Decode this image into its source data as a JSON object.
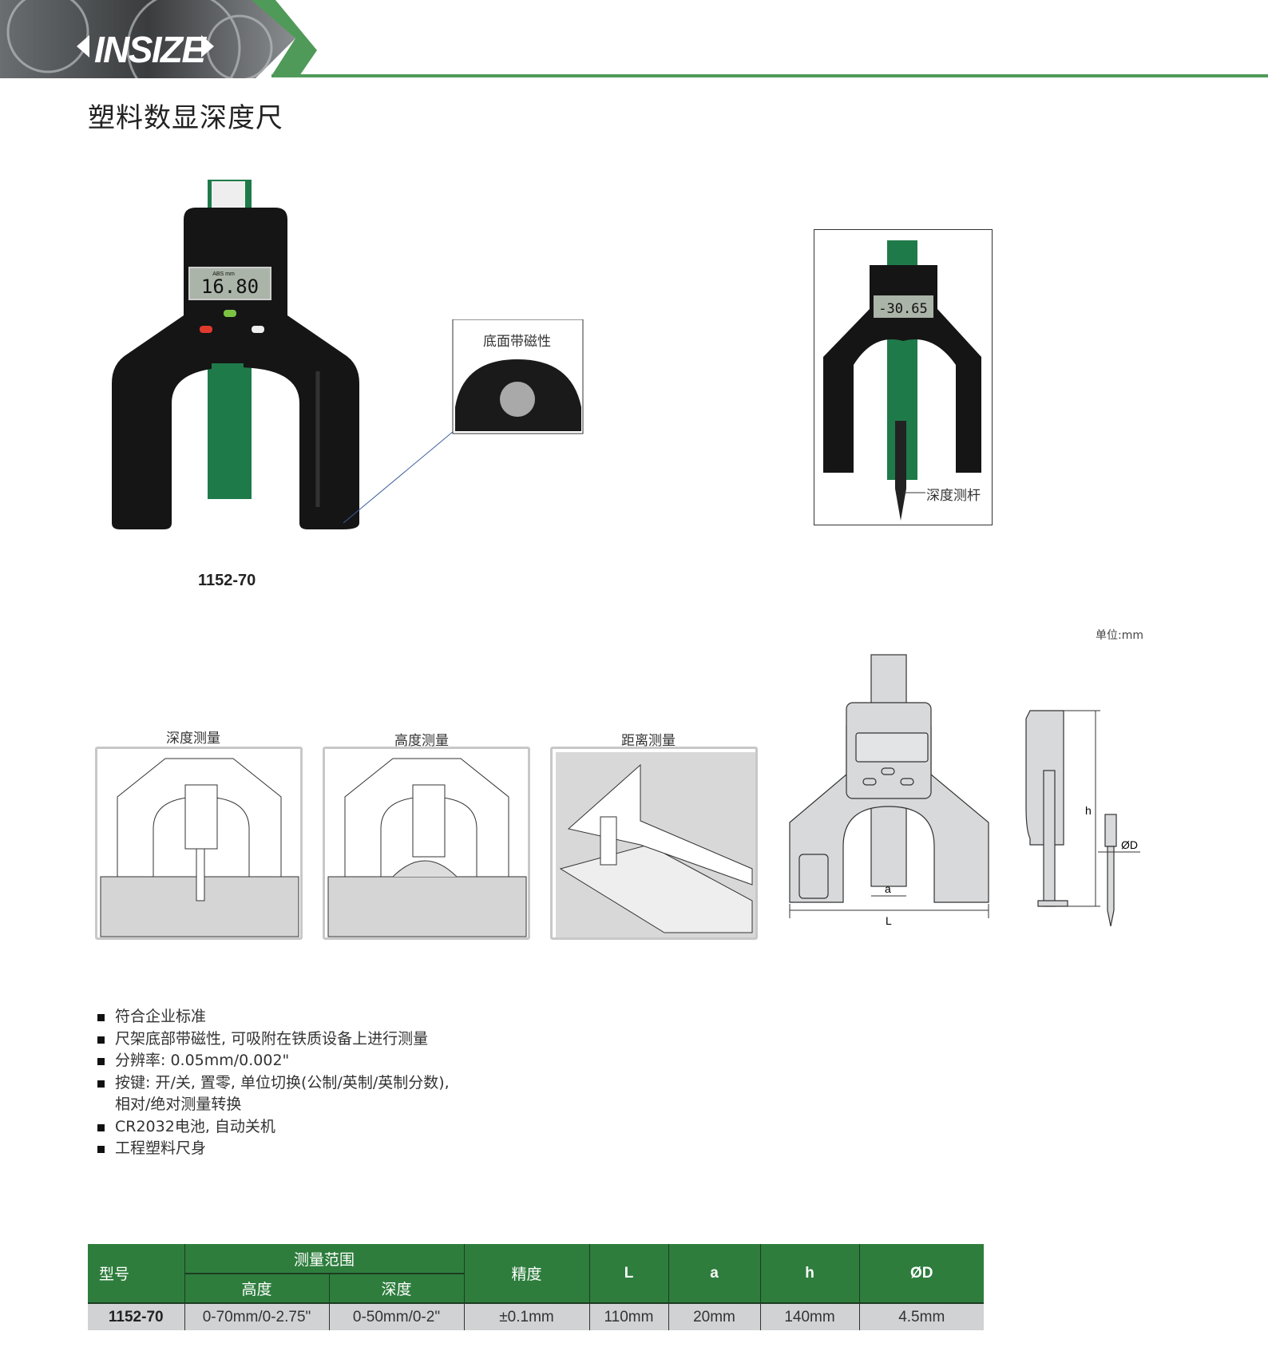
{
  "header": {
    "brand": "INSIZE",
    "title": "塑料数显深度尺"
  },
  "photos": {
    "main_model": "1152-70",
    "main_lcd": "16.80",
    "main_lcd_units": "ABS mm",
    "inset_label": "底面带磁性",
    "side_lcd": "-30.65",
    "side_label": "深度测杆"
  },
  "illustrations": [
    {
      "label": "深度测量"
    },
    {
      "label": "高度测量"
    },
    {
      "label": "距离测量"
    }
  ],
  "drawing": {
    "unit": "单位:mm",
    "dims": {
      "L": "L",
      "a": "a",
      "h": "h",
      "D": "ØD"
    }
  },
  "features": [
    "符合企业标准",
    "尺架底部带磁性, 可吸附在铁质设备上进行测量",
    "分辨率: 0.05mm/0.002\"",
    "按键: 开/关, 置零, 单位切换(公制/英制/英制分数),",
    "相对/绝对测量转换",
    "CR2032电池, 自动关机",
    "工程塑料尺身"
  ],
  "table": {
    "headers": {
      "model": "型号",
      "range": "测量范围",
      "height": "高度",
      "depth": "深度",
      "accuracy": "精度",
      "L": "L",
      "a": "a",
      "h": "h",
      "D": "ØD"
    },
    "rows": [
      {
        "model": "1152-70",
        "height": "0-70mm/0-2.75\"",
        "depth": "0-50mm/0-2\"",
        "accuracy": "±0.1mm",
        "L": "110mm",
        "a": "20mm",
        "h": "140mm",
        "D": "4.5mm"
      }
    ]
  },
  "colors": {
    "green": "#2e7d3d",
    "banner_green": "#4f9a59"
  }
}
